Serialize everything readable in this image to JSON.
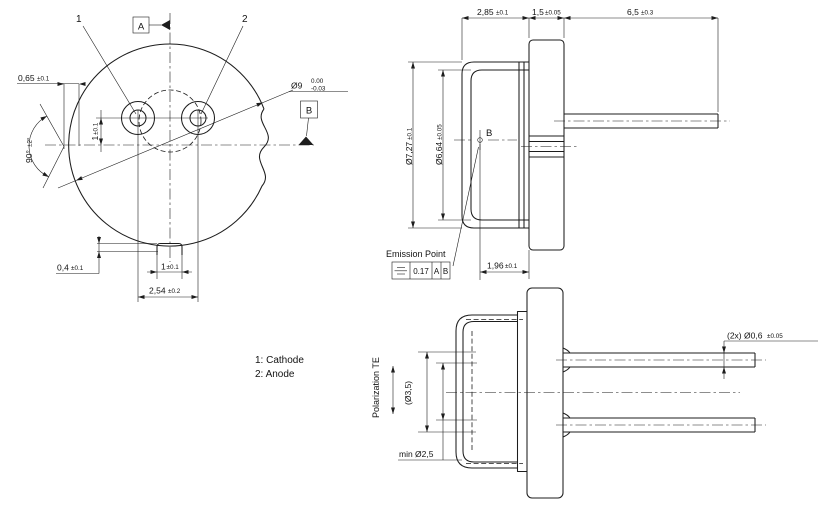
{
  "meta": {
    "background": "#ffffff",
    "line_color": "#1d1d1d",
    "text_color": "#121212"
  },
  "legend": {
    "line1": "1: Cathode",
    "line2": "2: Anode"
  },
  "front_view": {
    "callout_1": "1",
    "callout_2": "2",
    "datum_a": "A",
    "datum_b": "B",
    "dim_flat": {
      "v": "0,65",
      "t": "±0.1"
    },
    "dim_angle": {
      "v": "90°",
      "t": "±2°"
    },
    "dim_pin_offset": {
      "v": "1",
      "t": "±0.1"
    },
    "dim_body_dia": {
      "v": "Ø9",
      "upper": "0.00",
      "lower": "-0.03"
    },
    "dim_tab_height": {
      "v": "0,4",
      "t": "±0.1"
    },
    "dim_tab_width": {
      "v": "1",
      "t": "±0.1"
    },
    "dim_pin_spacing": {
      "v": "2,54",
      "t": "±0.2"
    }
  },
  "side_view": {
    "dim_cap_length": {
      "v": "2,85",
      "t": "±0.1"
    },
    "dim_flange_thk": {
      "v": "1,5",
      "t": "±0.05"
    },
    "dim_pin_length": {
      "v": "6,5",
      "t": "±0.3"
    },
    "dim_cap_od": {
      "v": "Ø7,27",
      "t": "±0.1"
    },
    "dim_window_od": {
      "v": "Ø6,64",
      "t": "±0.05"
    },
    "emission_point_label": "B",
    "emission_caption": "Emission Point",
    "fcf": {
      "symbol_name": "symmetry",
      "tolerance": "0.17",
      "datum_1": "A",
      "datum_2": "B"
    },
    "dim_emission_offset": {
      "v": "1,96",
      "t": "±0.1"
    }
  },
  "bottom_view": {
    "polarization": "Polarization TE",
    "dim_window_ref": "(Ø3,5)",
    "dim_aperture_min": "min Ø2,5",
    "dim_pin_dia": {
      "v": "(2x) Ø0,6",
      "t": "±0.05"
    }
  }
}
